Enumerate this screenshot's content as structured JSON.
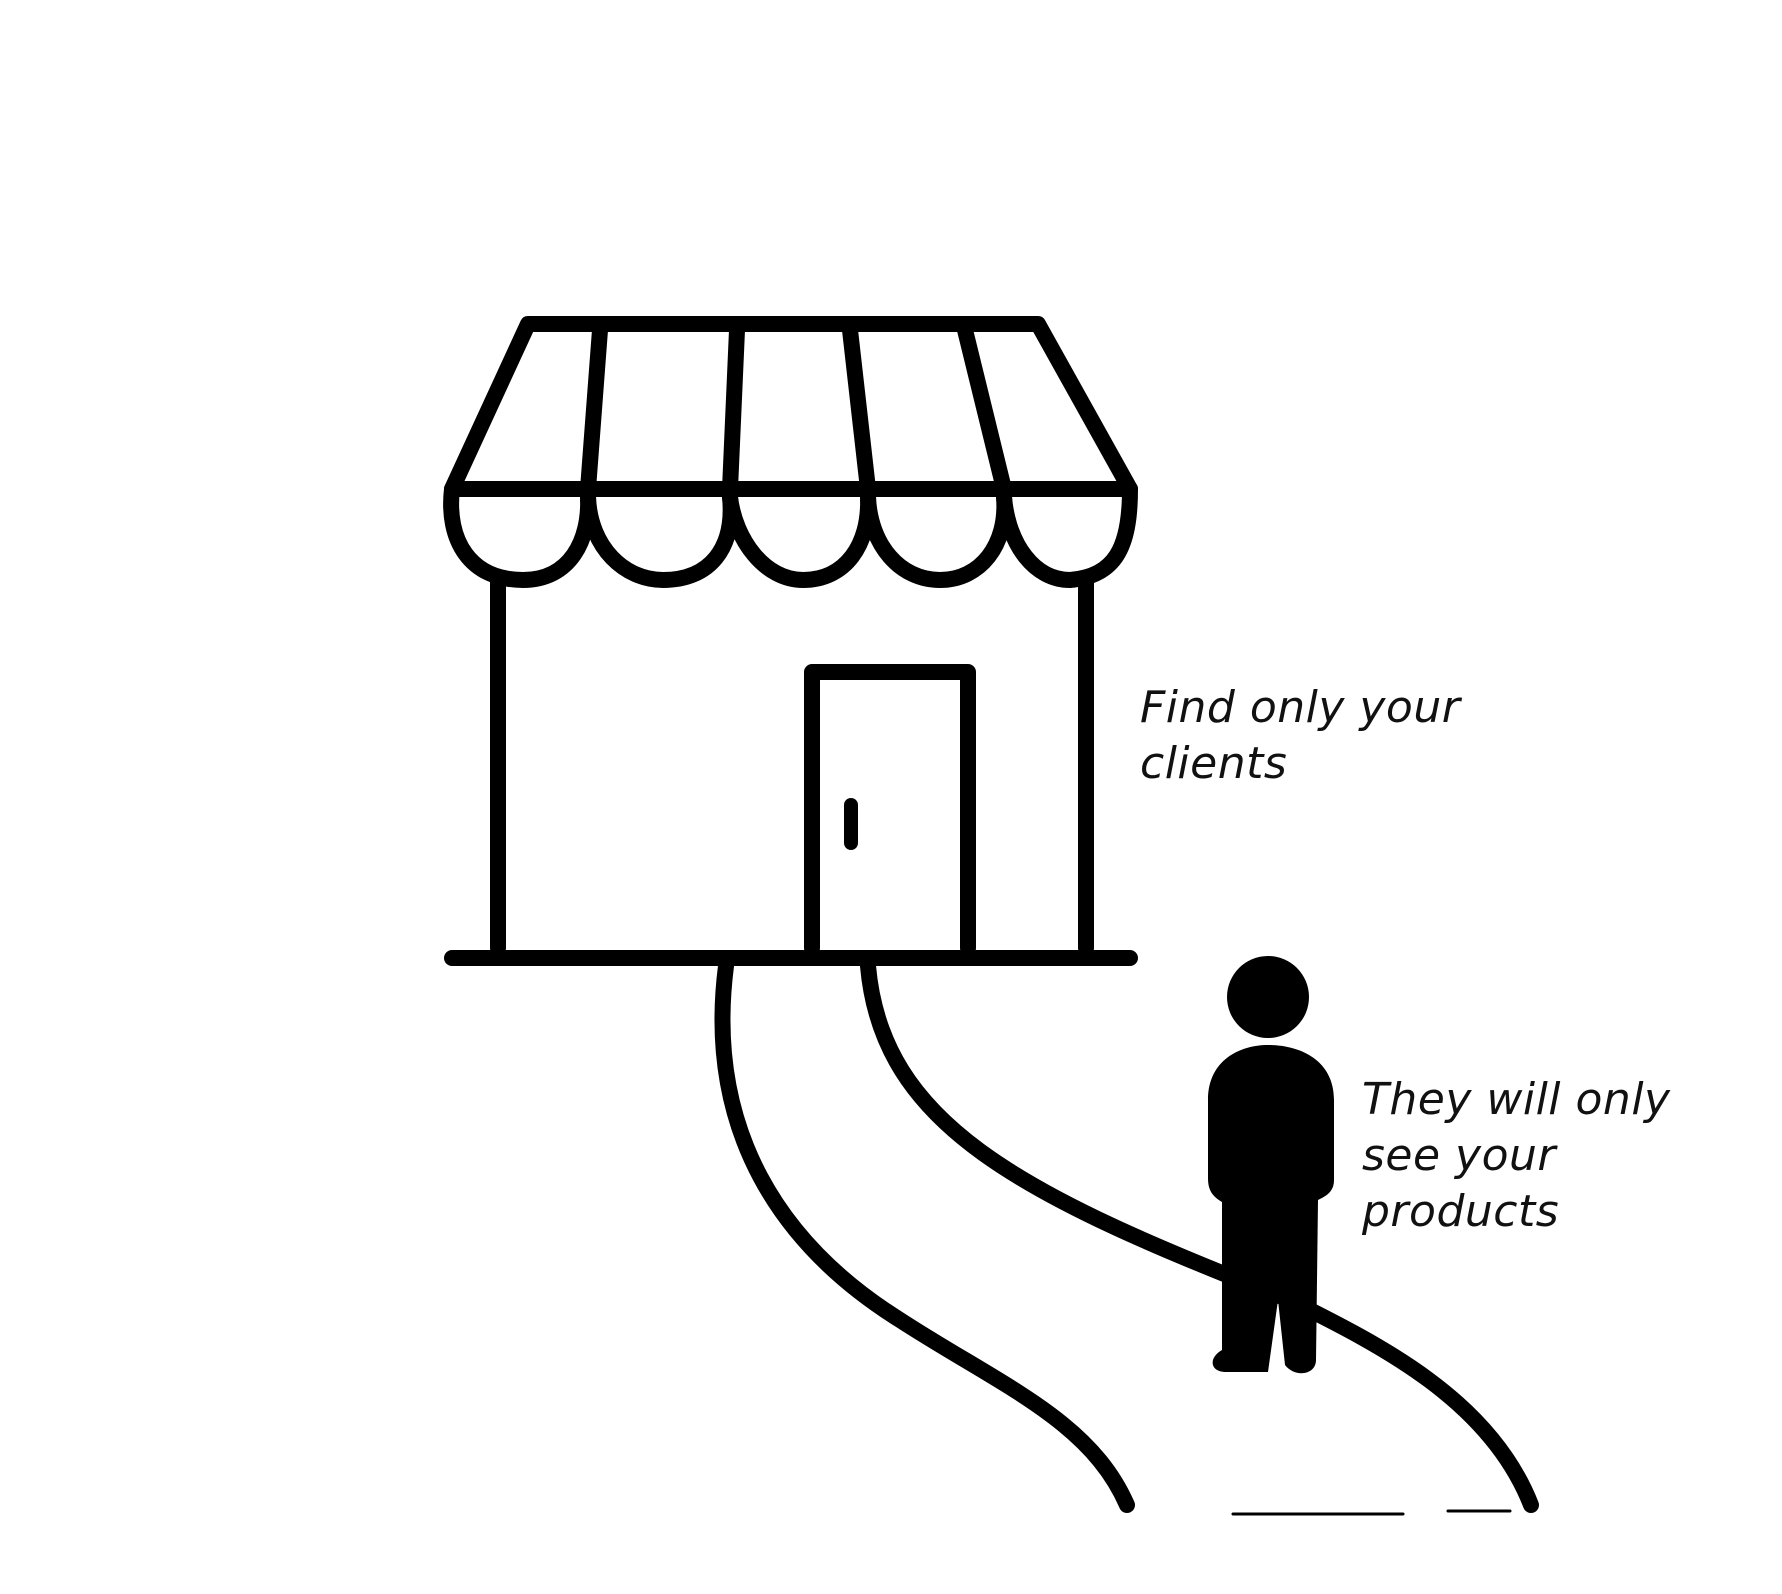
{
  "captions": {
    "find_clients": [
      "Find only your",
      "clients"
    ],
    "see_products": [
      "They will only",
      "see your",
      "products"
    ]
  },
  "icons": [
    "storefront-icon",
    "awning-icon",
    "door-icon",
    "path-icon",
    "person-icon"
  ],
  "colors": {
    "ink": "#000000",
    "background": "#ffffff",
    "text": "#111111"
  }
}
